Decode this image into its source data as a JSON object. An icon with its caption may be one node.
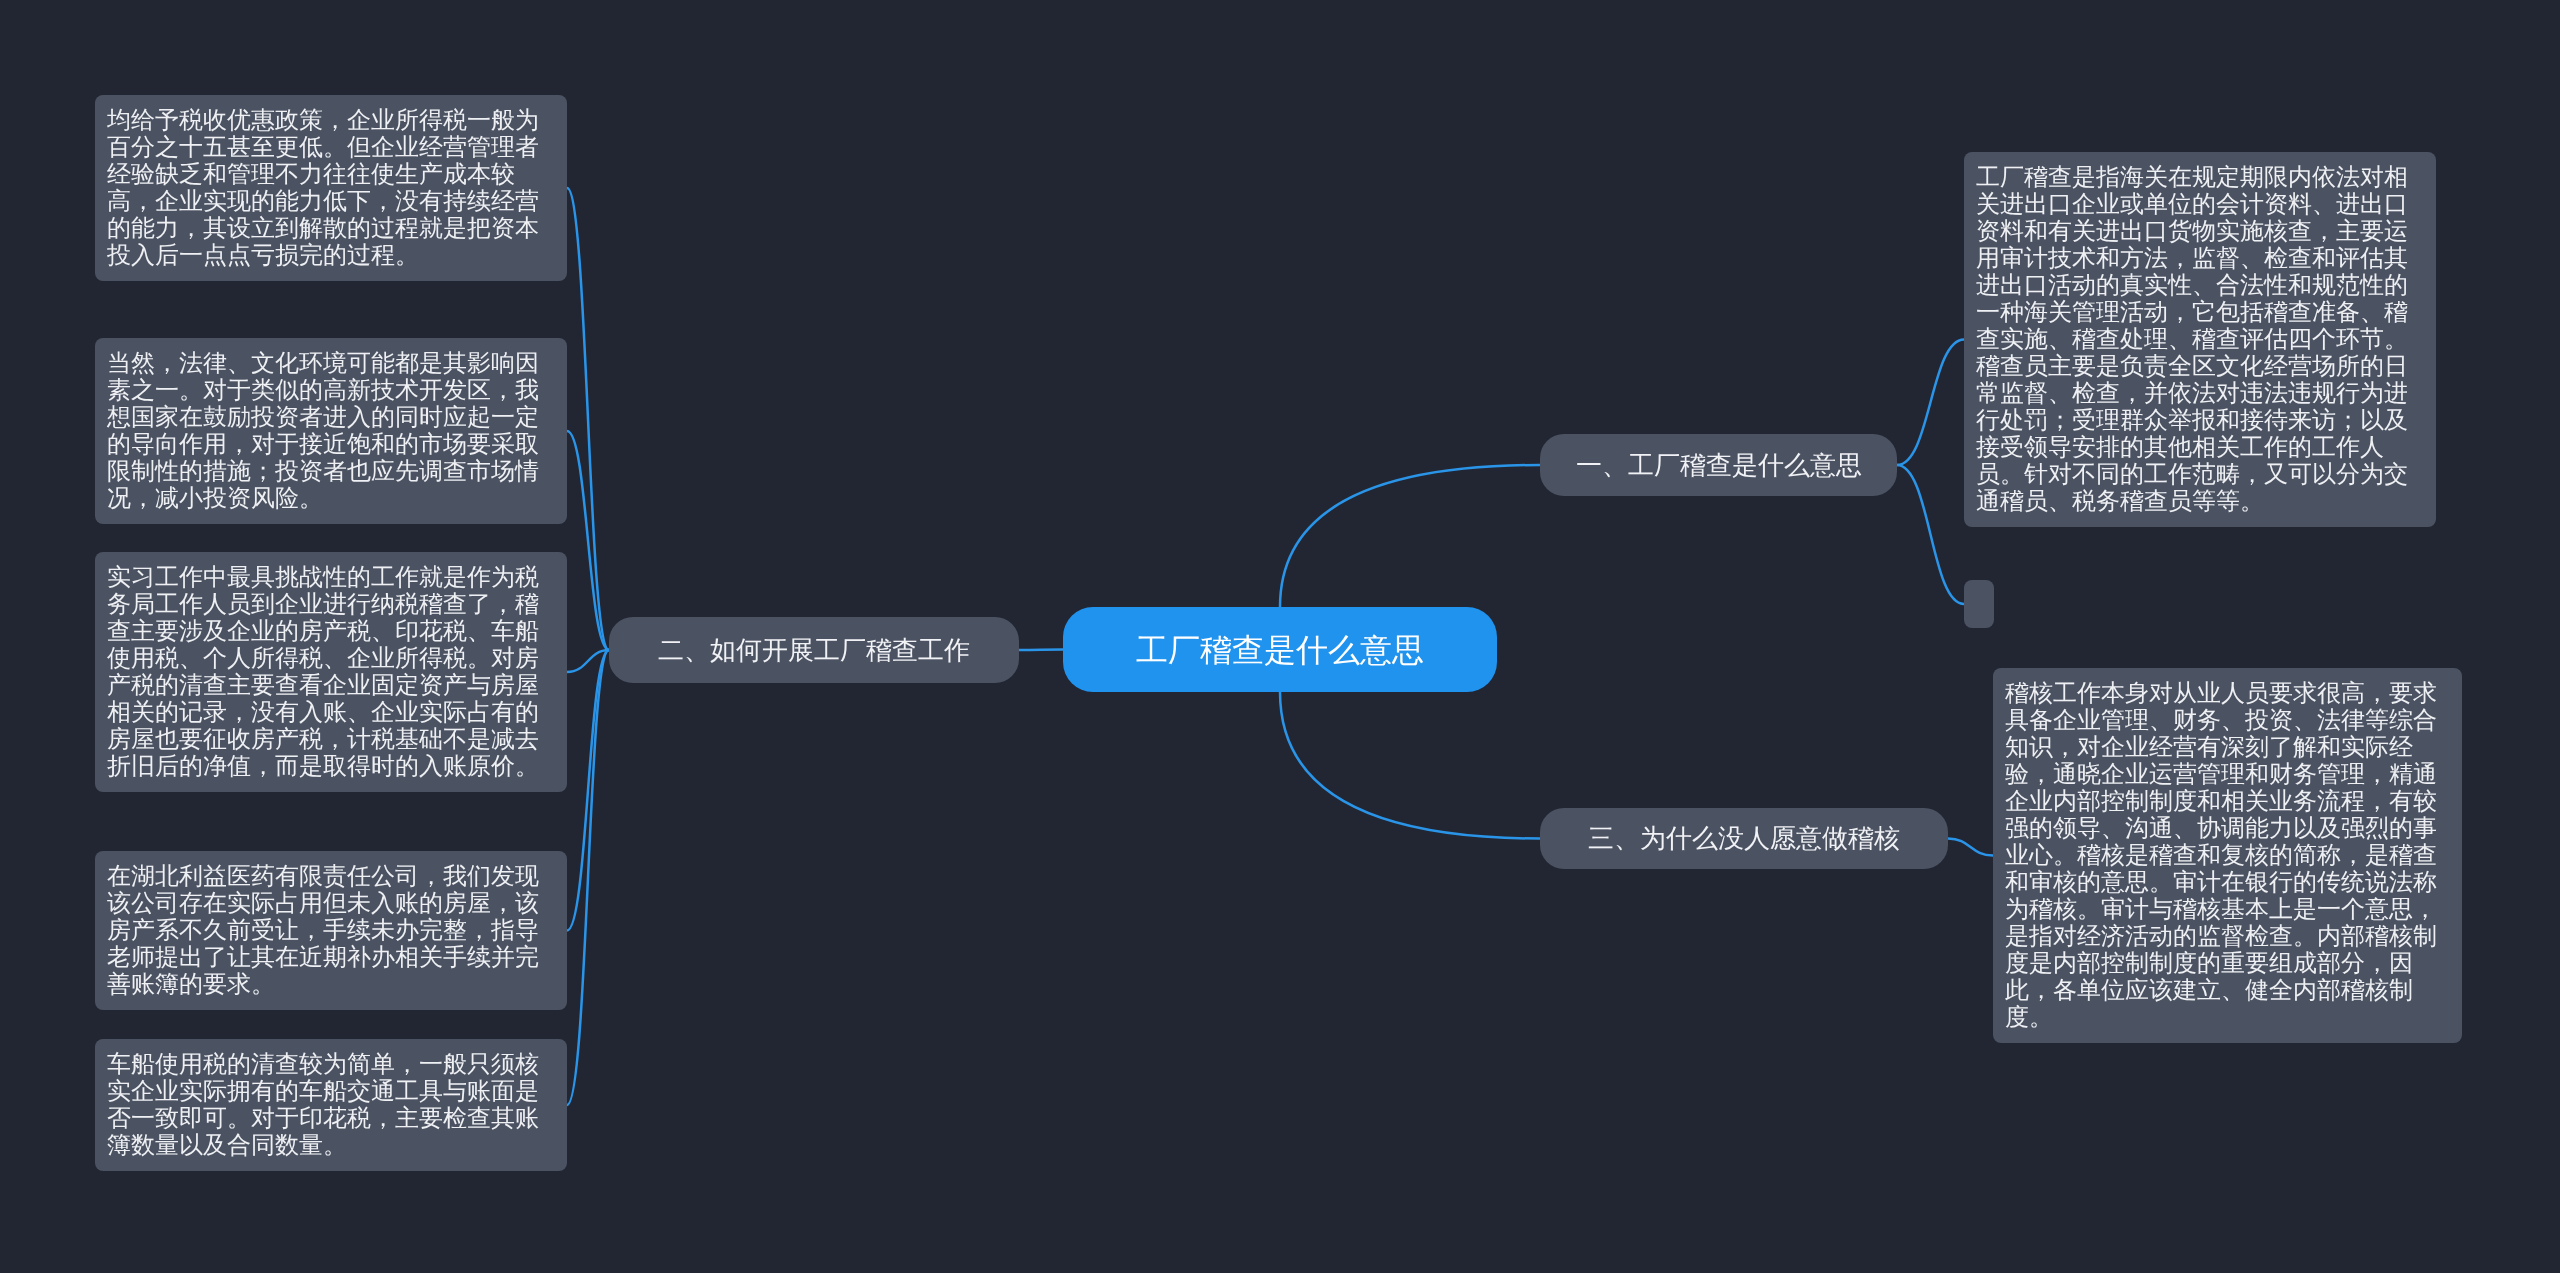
{
  "diagram": {
    "nodes": [
      {
        "text": [
          "工厂稽查是什么意思"
        ]
      },
      {
        "text": [
          "一、工厂稽查是什么意思"
        ]
      },
      {
        "text": [
          "工厂稽查是指海关在规定期限内依法对相关进出口企业或单位的会计资料、进出口资料和有关进出口货物实施核查，主要运用审计技术和方法，监督、检查和评估其进出口活动的真实性、合法性和规范性的一种海关管理活动，它包括稽查准备、稽查实施、稽查处理、稽查评估四个环节。稽查员主要是负责全区文化经营场所的日常监督、检查，并依法对违法违规行为进行处罚；受理群众举报和接待来访；以及接受领导安排的其他相关工作的工作人员。针对不同的工作范畴，又可以分为交通稽员、税务稽查员等等。"
        ]
      },
      {
        "text": [],
        "shape": "box"
      },
      {
        "text": [
          "三、为什么没人愿意做稽核"
        ]
      },
      {
        "text": [
          "稽核工作本身对从业人员要求很高，要求具备企业管理、财务、投资、法律等综合知识，对企业经营有深刻了解和实际经验，通晓企业运营管理和财务管理，精通企业内部控制制度和相关业务流程，有较强的领导、沟通、协调能力以及强烈的事业心。稽核是稽查和复核的简称，是稽查和审核的意思。审计在银行的传统说法称为稽核。审计与稽核基本上是一个意思，是指对经济活动的监督检查。内部稽核制度是内部控制制度的重要组成部分，因此，各单位应该建立、健全内部稽核制度。"
        ]
      },
      {
        "text": [
          "二、如何开展工厂稽查工作"
        ]
      },
      {
        "text": [
          "均给予税收优惠政策，企业所得税一般为百分之十五甚至更低。但企业经营管理者经验缺乏和管理不力往往使生产成本较高，企业实现的能力低下，没有持续经营的能力，其设立到解散的过程就是把资本投入后一点点亏损完的过程。"
        ]
      },
      {
        "text": [
          "当然，法律、文化环境可能都是其影响因素之一。对于类似的高新技术开发区，我想国家在鼓励投资者进入的同时应起一定的导向作用，对于接近饱和的市场要采取限制性的措施；投资者也应先调查市场情况，减小投资风险。"
        ]
      },
      {
        "text": [
          "实习工作中最具挑战性的工作就是作为税务局工作人员到企业进行纳税稽查了，稽查主要涉及企业的房产税、印花税、车船使用税、个人所得税、企业所得税。对房产税的清查主要查看企业固定资产与房屋相关的记录，没有入账、企业实际占有的房屋也要征收房产税，计税基础不是减去折旧后的净值，而是取得时的入账原价。"
        ]
      },
      {
        "text": [
          "在湖北利益医药有限责任公司，我们发现该公司存在实际占用但未入账的房屋，该房产系不久前受让，手续未办完整，指导老师提出了让其在近期补办相关手续并完善账簿的要求。"
        ]
      },
      {
        "text": [
          "车船使用税的清查较为简单，一般只须核实企业实际拥有的车船交通工具与账面是否一致即可。对于印花税，主要检查其账簿数量以及合同数量。"
        ]
      }
    ],
    "edges": [
      {
        "from": 0,
        "to": 1,
        "arrow": "none"
      },
      {
        "from": 1,
        "to": 2,
        "arrow": "none"
      },
      {
        "from": 1,
        "to": 3,
        "arrow": "none"
      },
      {
        "from": 0,
        "to": 4,
        "arrow": "none"
      },
      {
        "from": 4,
        "to": 5,
        "arrow": "none"
      },
      {
        "from": 0,
        "to": 6,
        "arrow": "none"
      },
      {
        "from": 6,
        "to": 7,
        "arrow": "none"
      },
      {
        "from": 6,
        "to": 8,
        "arrow": "none"
      },
      {
        "from": 6,
        "to": 9,
        "arrow": "none"
      },
      {
        "from": 6,
        "to": 10,
        "arrow": "none"
      },
      {
        "from": 6,
        "to": 11,
        "arrow": "none"
      }
    ]
  }
}
